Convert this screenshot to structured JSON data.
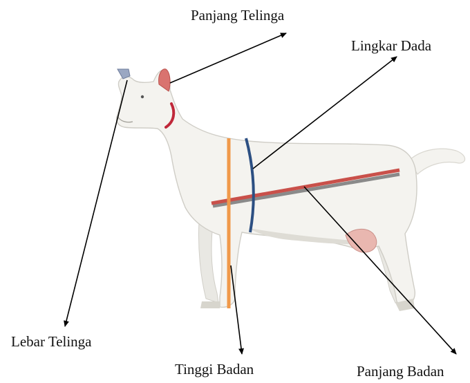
{
  "figure": {
    "subject": "goat",
    "labels": {
      "panjang_telinga": "Panjang Telinga",
      "lingkar_dada": "Lingkar Dada",
      "lebar_telinga": "Lebar Telinga",
      "tinggi_badan": "Tinggi Badan",
      "panjang_badan": "Panjang Badan"
    },
    "colors": {
      "goat_body": "#f4f3ef",
      "goat_shadow": "#d9d7d0",
      "collar": "#c0283a",
      "ear_inner": "#d9736f",
      "udder": "#e9b7b0",
      "tinggi_badan_line": "#f0994a",
      "lingkar_dada_line": "#2c4f82",
      "panjang_badan_line": "#c9504a",
      "panjang_badan_shadow": "#8a8a8a",
      "arrows": "#000000"
    }
  }
}
